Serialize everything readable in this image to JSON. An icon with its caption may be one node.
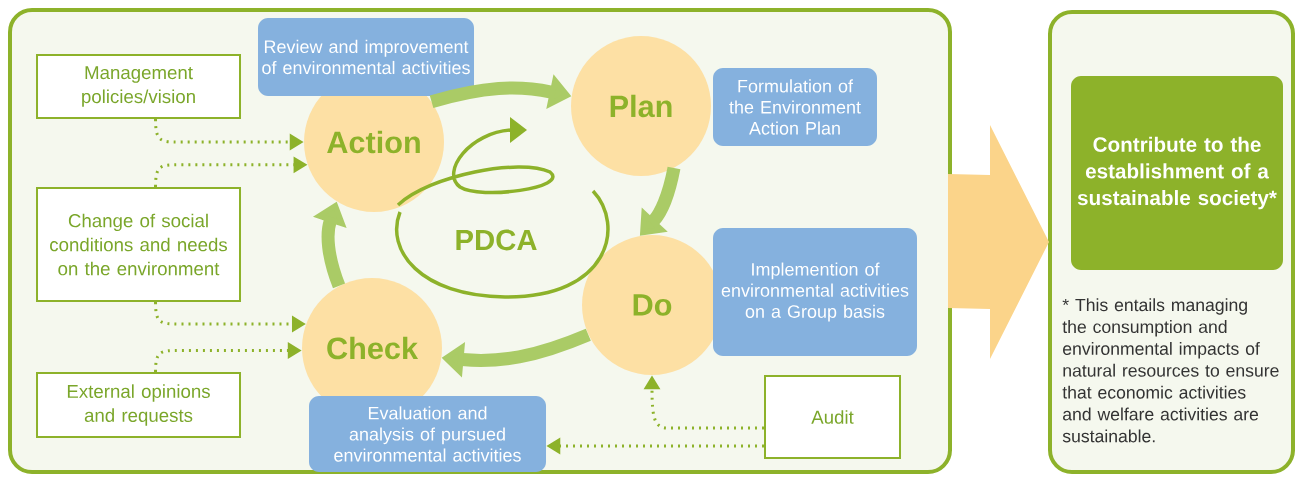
{
  "diagram": {
    "nodes": [
      {
        "text": [],
        "shape": "box"
      },
      {
        "text": [
          "Management policies/vision"
        ],
        "in": 0
      },
      {
        "text": [
          "Review and improvement of environmental activities"
        ],
        "in": 0
      },
      {
        "text": [
          "Action"
        ],
        "in": 0
      },
      {
        "text": [
          "Plan"
        ],
        "in": 0
      },
      {
        "text": [
          "Formulation of the Environment Action Plan"
        ],
        "in": 0
      },
      {
        "text": [
          "Change of social conditions and needs on the environment"
        ],
        "in": 0
      },
      {
        "text": [
          "Do"
        ],
        "in": 0
      },
      {
        "text": [
          "Implemention of environmental activities on a Group basis"
        ],
        "in": 0
      },
      {
        "text": [
          "Check"
        ],
        "in": 0
      },
      {
        "text": [
          "External opinions and requests"
        ],
        "in": 0
      },
      {
        "text": [
          "Evaluation and analysis of pursued environmental activities"
        ],
        "in": 0
      },
      {
        "text": [
          "Audit"
        ],
        "in": 0
      },
      {
        "text": [],
        "shape": "box"
      },
      {
        "text": [
          "Contribute to the establishment of a sustainable society*"
        ],
        "in": 13
      }
    ],
    "edges": [
      {
        "from": 3,
        "to": 4,
        "arrow": "to",
        "style": "thick",
        "color": "#aacb66"
      },
      {
        "from": 4,
        "to": 7,
        "arrow": "to",
        "style": "thick",
        "color": "#aacb66"
      },
      {
        "from": 7,
        "to": 9,
        "arrow": "to",
        "style": "thick",
        "color": "#aacb66"
      },
      {
        "from": 9,
        "to": 3,
        "arrow": "to",
        "style": "thick",
        "color": "#aacb66"
      },
      {
        "from": 1,
        "to": 3,
        "arrow": "to",
        "style": "dashed"
      },
      {
        "from": 6,
        "to": 3,
        "arrow": "to",
        "style": "dashed"
      },
      {
        "from": 6,
        "to": 9,
        "arrow": "to",
        "style": "dashed"
      },
      {
        "from": 10,
        "to": 9,
        "arrow": "to",
        "style": "dashed"
      },
      {
        "from": 12,
        "to": 7,
        "arrow": "to",
        "style": "dashed"
      },
      {
        "from": 12,
        "to": 11,
        "arrow": "to",
        "style": "dashed"
      },
      {
        "from": 0,
        "to": 13,
        "arrow": "to",
        "style": "thick",
        "color": "#fbd48a"
      }
    ],
    "labels": [
      "PDCA",
      "* This entails managing the consumption and environmental impacts of natural resources to ensure that economic activities and welfare activities are sustainable."
    ]
  }
}
